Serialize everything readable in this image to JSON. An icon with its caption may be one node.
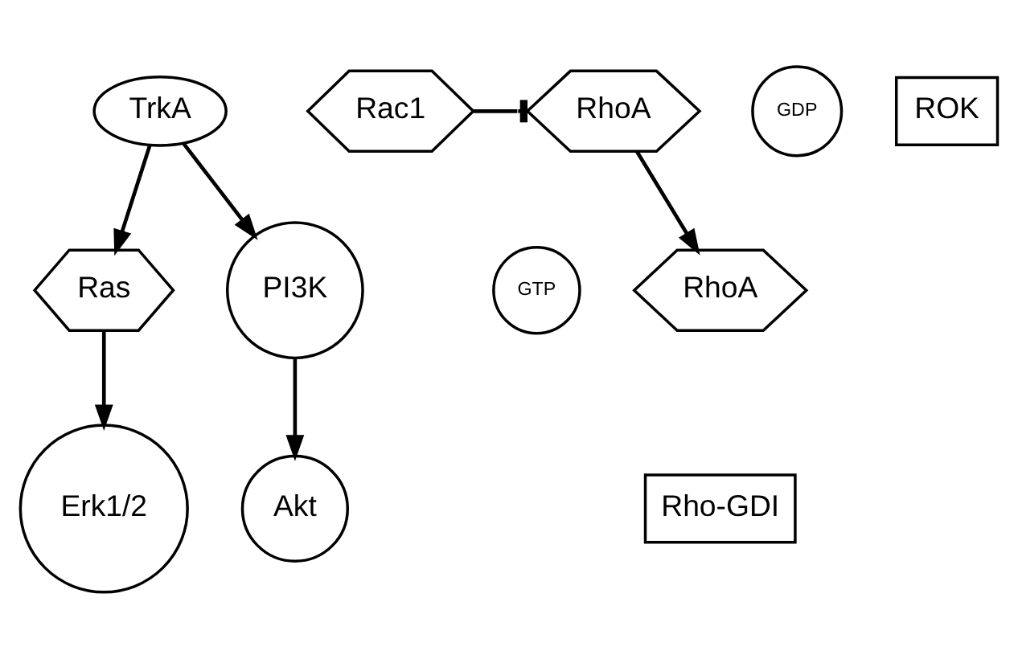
{
  "diagram": {
    "nodes": [
      {
        "text": [
          "TrkA"
        ]
      },
      {
        "text": [
          "Ras"
        ]
      },
      {
        "text": [
          "PI3K"
        ]
      },
      {
        "text": [
          "Erk1/2"
        ]
      },
      {
        "text": [
          "Akt"
        ]
      },
      {
        "text": [
          "Rac1"
        ]
      },
      {
        "text": [
          "RhoA"
        ]
      },
      {
        "text": [
          "GTP"
        ]
      },
      {
        "text": [
          "ROK"
        ]
      },
      {
        "text": [
          "GDP"
        ]
      },
      {
        "text": [
          "RhoA"
        ]
      },
      {
        "text": [
          "Rho-GDI"
        ]
      }
    ],
    "edges": [
      {
        "from": 0,
        "to": 1,
        "arrow": "to"
      },
      {
        "from": 0,
        "to": 2,
        "arrow": "to"
      },
      {
        "from": 1,
        "to": 3,
        "arrow": "to"
      },
      {
        "from": 2,
        "to": 4,
        "arrow": "to"
      },
      {
        "from": 5,
        "to": 6,
        "arrow": "other"
      },
      {
        "from": 6,
        "to": 10,
        "arrow": "to"
      }
    ]
  }
}
